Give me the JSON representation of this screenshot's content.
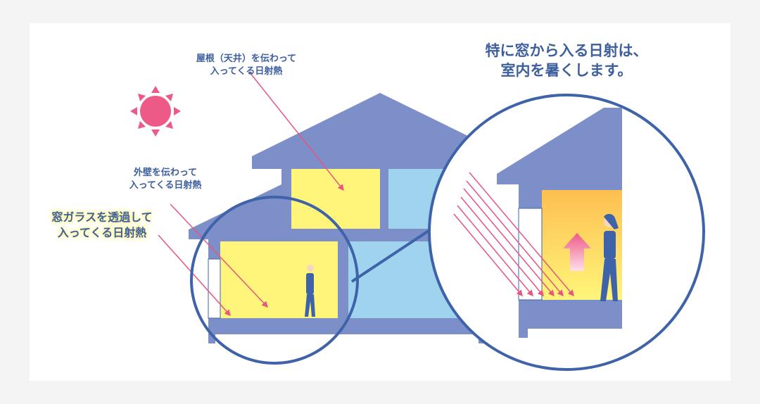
{
  "labels": {
    "roof": [
      "屋根（天井）を伝わって",
      "入ってくる日射熱"
    ],
    "wall": [
      "外壁を伝わって",
      "入ってくる日射熱"
    ],
    "window": [
      "窓ガラスを透過して",
      "入ってくる日射熱"
    ],
    "headline": [
      "特に窓から入る日射は、",
      "室内を暑くします。"
    ]
  },
  "colors": {
    "house": "#7c8fc8",
    "circle": "#3f63a8",
    "warm": "#fff57a",
    "cool": "#9fd3ee",
    "ray": "#e8557f",
    "sun": "#ee5a87"
  }
}
